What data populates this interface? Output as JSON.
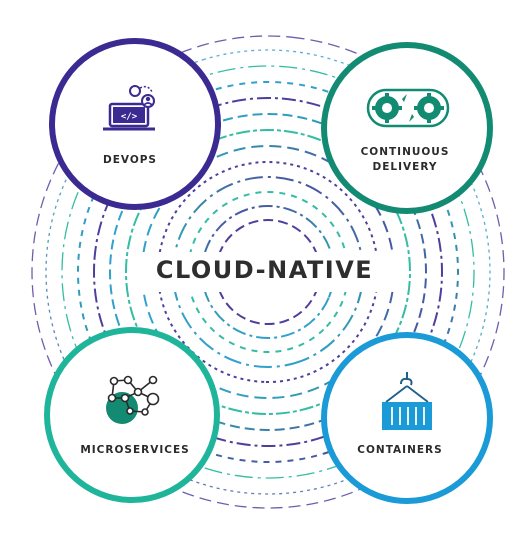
{
  "title": "CLOUD-NATIVE",
  "colors": {
    "devops": "#3b2a91",
    "continuous_delivery": "#138a72",
    "microservices": "#1fb59a",
    "containers": "#1a9ad6",
    "rings": [
      "#3b2a91",
      "#138a72",
      "#1fb59a",
      "#1a9ad6"
    ]
  },
  "nodes": {
    "devops": {
      "label": "DEVOPS",
      "icon": "devops-icon"
    },
    "continuous_delivery": {
      "label_line1": "CONTINUOUS",
      "label_line2": "DELIVERY",
      "icon": "gears-infinity-icon"
    },
    "microservices": {
      "label": "MICROSERVICES",
      "icon": "network-nodes-icon"
    },
    "containers": {
      "label": "CONTAINERS",
      "icon": "shipping-container-icon"
    }
  }
}
